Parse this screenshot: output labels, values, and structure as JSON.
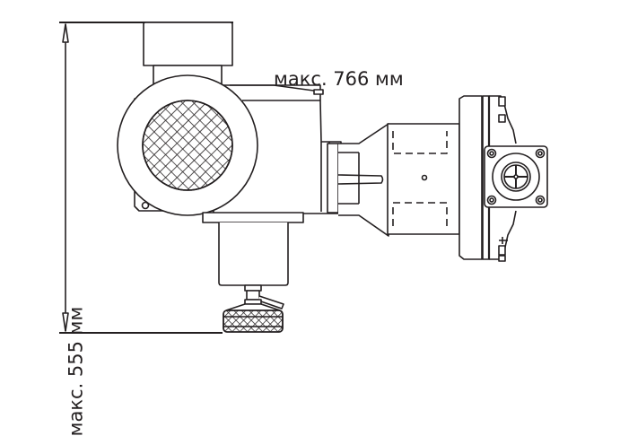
{
  "diagram": {
    "type": "technical-drawing",
    "subject": "electric actuator with handwheel and flange coupling, side view",
    "line_color": "#231f20",
    "background": "#ffffff"
  },
  "dimensions": {
    "width": {
      "label": "макс. 766 мм",
      "value": 766,
      "unit": "мм",
      "qualifier": "макс."
    },
    "height": {
      "label": "макс. 555 мм",
      "value": 555,
      "unit": "мм",
      "qualifier": "макс."
    }
  }
}
